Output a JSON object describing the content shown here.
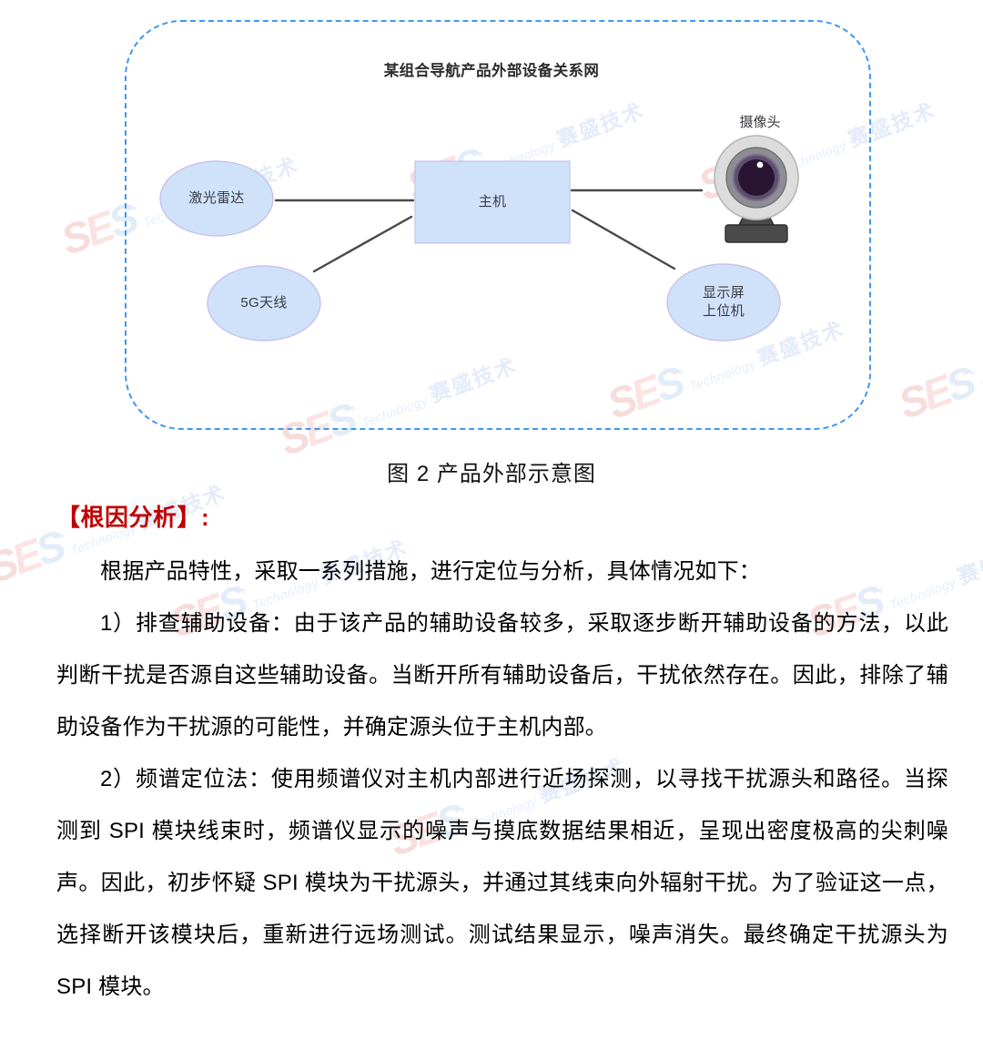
{
  "document": {
    "figure": {
      "title": "某组合导航产品外部设备关系网",
      "caption": "图 2  产品外部示意图",
      "nodes": [
        {
          "id": "lidar",
          "label": "激光雷达",
          "shape": "ellipse"
        },
        {
          "id": "host",
          "label": "主机",
          "shape": "rectangle"
        },
        {
          "id": "antenna",
          "label": "5G天线",
          "shape": "ellipse"
        },
        {
          "id": "display",
          "label": "显示屏\n上位机",
          "shape": "ellipse"
        },
        {
          "id": "camera",
          "label": "摄像头",
          "shape": "webcam-icon"
        }
      ],
      "node_labels": {
        "lidar": "激光雷达",
        "host": "主机",
        "antenna": "5G天线",
        "display_line1": "显示屏",
        "display_line2": "上位机",
        "camera": "摄像头"
      },
      "edges": [
        {
          "from": "lidar",
          "to": "host"
        },
        {
          "from": "antenna",
          "to": "host"
        },
        {
          "from": "host",
          "to": "camera"
        },
        {
          "from": "host",
          "to": "display"
        }
      ],
      "colors": {
        "node_fill": "#cfe2fa",
        "node_stroke": "#c7c0e8",
        "rect_fill": "#cfe2fa",
        "edge": "#4a4a4a",
        "frame_border": "#3f97ef"
      }
    },
    "heading": "【根因分析】:",
    "paragraphs": [
      "根据产品特性，采取一系列措施，进行定位与分析，具体情况如下：",
      "1）排查辅助设备：由于该产品的辅助设备较多，采取逐步断开辅助设备的方法，以此判断干扰是否源自这些辅助设备。当断开所有辅助设备后，干扰依然存在。因此，排除了辅助设备作为干扰源的可能性，并确定源头位于主机内部。",
      "2）频谱定位法：使用频谱仪对主机内部进行近场探测，以寻找干扰源头和路径。当探测到 SPI 模块线束时，频谱仪显示的噪声与摸底数据结果相近，呈现出密度极高的尖刺噪声。因此，初步怀疑 SPI 模块为干扰源头，并通过其线束向外辐射干扰。为了验证这一点，选择断开该模块后，重新进行远场测试。测试结果显示，噪声消失。最终确定干扰源头为 SPI 模块。"
    ],
    "watermark": {
      "logo": "SES",
      "superscript": "°",
      "tagline": "Technology",
      "company": "赛盛技术"
    }
  }
}
